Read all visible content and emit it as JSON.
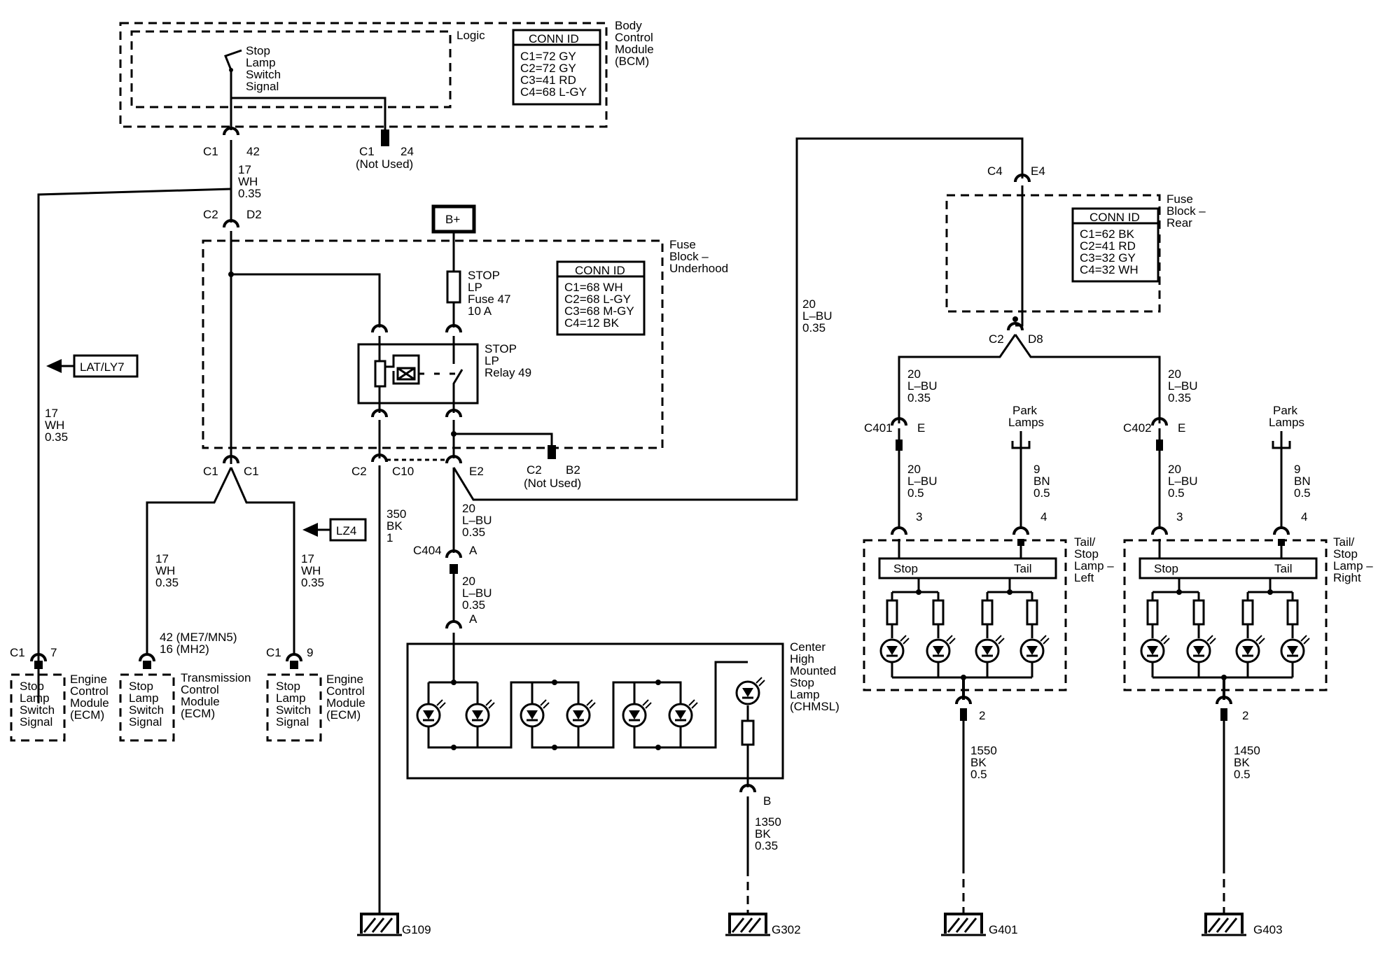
{
  "bcm": {
    "logic": "Logic",
    "name": [
      "Body",
      "Control",
      "Module",
      "(BCM)"
    ],
    "switch_label": [
      "Stop",
      "Lamp",
      "Switch",
      "Signal"
    ],
    "conn_title": "CONN ID",
    "conn": [
      "C1=72 GY",
      "C2=72 GY",
      "C3=41 RD",
      "C4=68 L-GY"
    ]
  },
  "fbu": {
    "name": [
      "Fuse",
      "Block –",
      "Underhood"
    ],
    "conn_title": "CONN ID",
    "conn": [
      "C1=68 WH",
      "C2=68 L-GY",
      "C3=68 M-GY",
      "C4=12 BK"
    ],
    "fuse": [
      "STOP",
      "LP",
      "Fuse 47",
      "10 A"
    ],
    "relay": [
      "STOP",
      "LP",
      "Relay  49"
    ],
    "bplus": "B+"
  },
  "fbr": {
    "name": [
      "Fuse",
      "Block –",
      "Rear"
    ],
    "conn_title": "CONN ID",
    "conn": [
      "C1=62 BK",
      "C2=41 RD",
      "C3=32 GY",
      "C4=32 WH"
    ]
  },
  "labels": {
    "c1": "C1",
    "c2": "C2",
    "c4": "C4",
    "c10": "C10",
    "p42": "42",
    "p24": "24",
    "not_used": "(Not Used)",
    "d2": "D2",
    "d8": "D8",
    "e2": "E2",
    "e4": "E4",
    "b2": "B2",
    "wire_wh": [
      "17",
      "WH",
      "0.35"
    ],
    "wire_lbu035": [
      "20",
      "L–BU",
      "0.35"
    ],
    "wire_lbu05": [
      "20",
      "L–BU",
      "0.5"
    ],
    "wire_bn": [
      "9",
      "BN",
      "0.5"
    ],
    "wire_350": [
      "350",
      "BK",
      "1"
    ],
    "wire_1350": [
      "1350",
      "BK",
      "0.35"
    ],
    "wire_1550": [
      "1550",
      "BK",
      "0.5"
    ],
    "wire_1450": [
      "1450",
      "BK",
      "0.5"
    ],
    "lat": "LAT/LY7",
    "lz4": "LZ4",
    "c404": "C404",
    "a": "A",
    "b": "B",
    "e": "E",
    "c401": "C401",
    "c402": "C402",
    "p3": "3",
    "p4": "4",
    "p2": "2",
    "p7": "7",
    "p9": "9",
    "tcm_pins": [
      "42 (ME7/MN5)",
      "16 (MH2)"
    ],
    "park": [
      "Park",
      "Lamps"
    ],
    "stop": "Stop",
    "tail": "Tail"
  },
  "modules": {
    "ecm": [
      "Engine",
      "Control",
      "Module",
      "(ECM)"
    ],
    "tcm": [
      "Transmission",
      "Control",
      "Module",
      "(ECM)"
    ],
    "signal": [
      "Stop",
      "Lamp",
      "Switch",
      "Signal"
    ]
  },
  "chmsl": [
    "Center",
    "High",
    "Mounted",
    "Stop",
    "Lamp",
    "(CHMSL)"
  ],
  "tail_left": [
    "Tail/",
    "Stop",
    "Lamp –",
    "Left"
  ],
  "tail_right": [
    "Tail/",
    "Stop",
    "Lamp –",
    "Right"
  ],
  "grounds": [
    "G109",
    "G302",
    "G401",
    "G403"
  ]
}
